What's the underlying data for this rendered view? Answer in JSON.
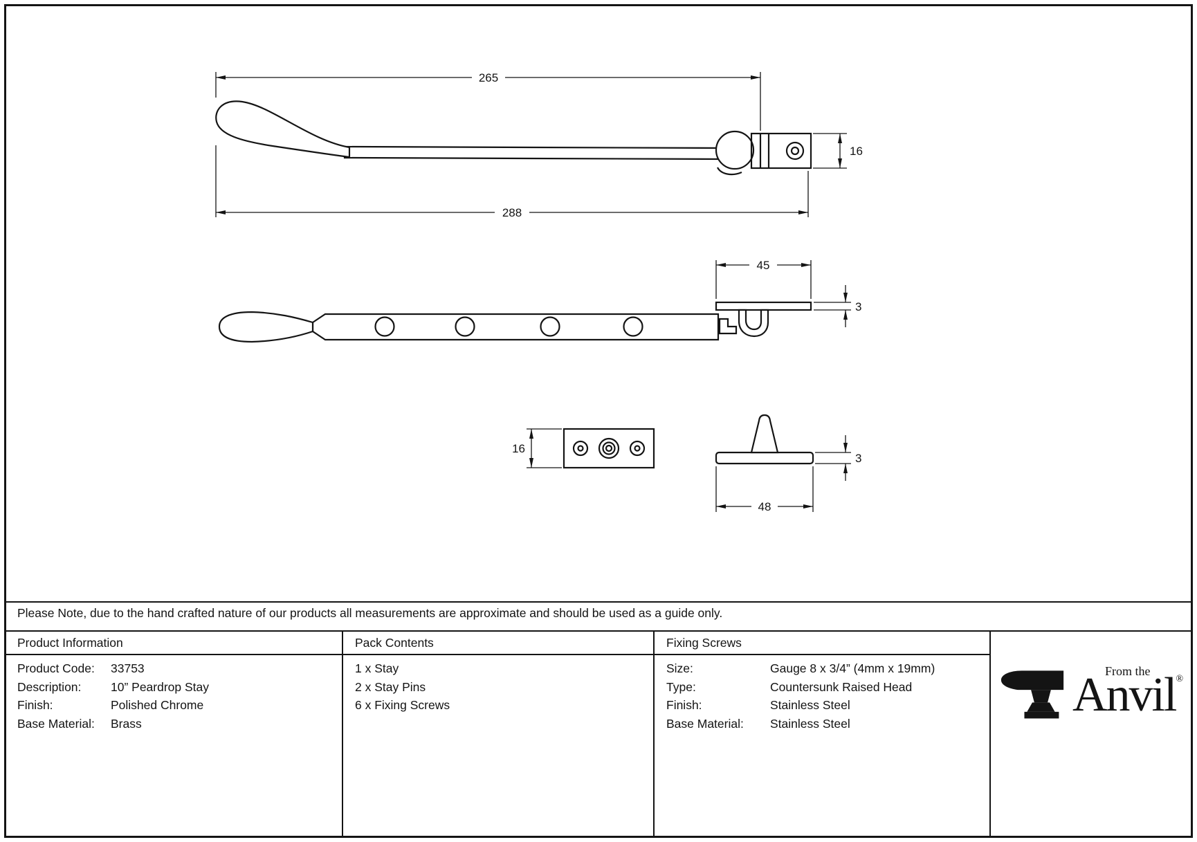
{
  "drawing": {
    "dims": {
      "top_length": "265",
      "overall_length": "288",
      "bracket_height": "16",
      "plate_width": "45",
      "plate_thickness": "3",
      "keep_height": "16",
      "pin_base_thickness": "3",
      "pin_base_width": "48"
    }
  },
  "note": "Please Note, due to the hand crafted nature of our products all measurements are approximate and should be used as a guide only.",
  "tables": {
    "product_information": {
      "header": "Product Information",
      "rows": [
        {
          "label": "Product Code:",
          "value": "33753"
        },
        {
          "label": "Description:",
          "value": "10” Peardrop Stay"
        },
        {
          "label": "Finish:",
          "value": "Polished Chrome"
        },
        {
          "label": "Base Material:",
          "value": "Brass"
        }
      ]
    },
    "pack_contents": {
      "header": "Pack Contents",
      "items": [
        "1 x Stay",
        "2 x Stay Pins",
        "6 x Fixing Screws"
      ]
    },
    "fixing_screws": {
      "header": "Fixing Screws",
      "rows": [
        {
          "label": "Size:",
          "value": "Gauge 8 x 3/4” (4mm x 19mm)"
        },
        {
          "label": "Type:",
          "value": "Countersunk Raised Head"
        },
        {
          "label": "Finish:",
          "value": "Stainless Steel"
        },
        {
          "label": "Base Material:",
          "value": "Stainless Steel"
        }
      ]
    }
  },
  "logo": {
    "tagline": "From the",
    "brand": "Anvil",
    "registered": "®"
  }
}
